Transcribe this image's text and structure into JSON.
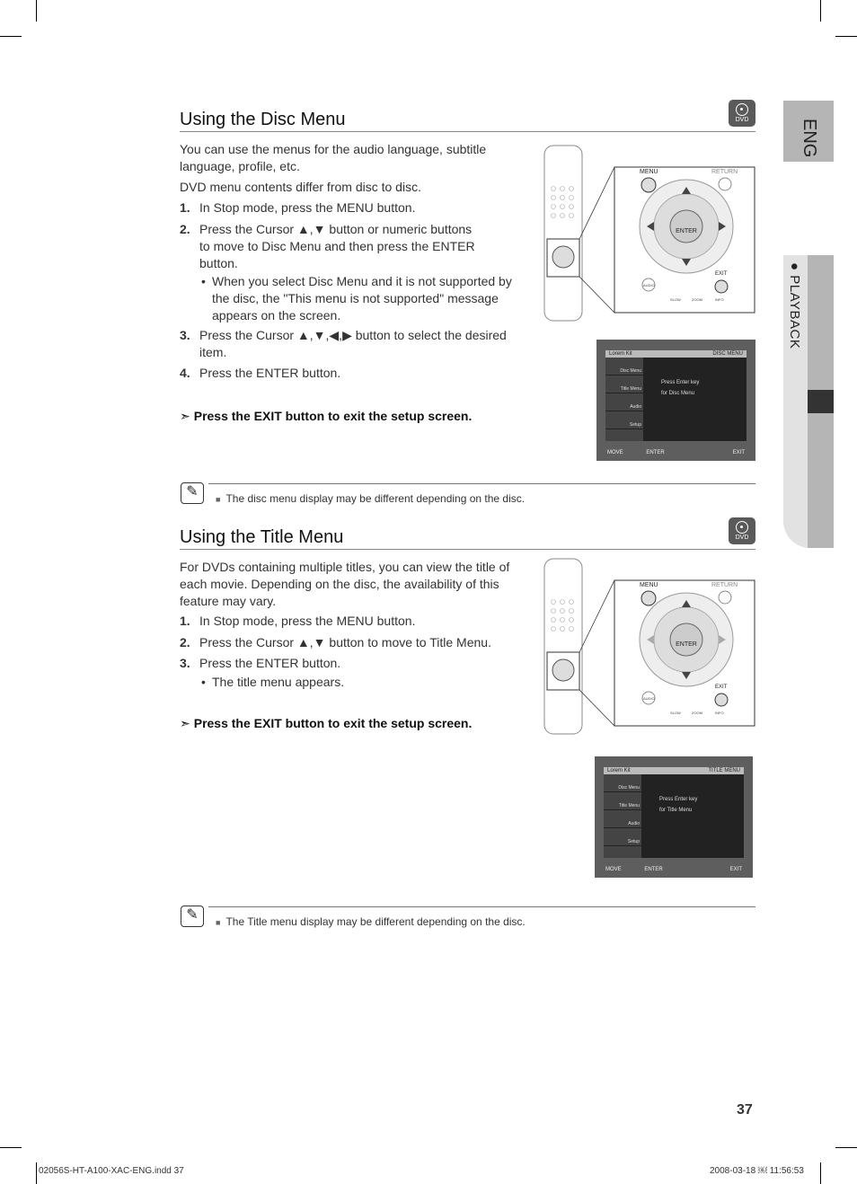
{
  "side": {
    "lang": "ENG",
    "section": "● PLAYBACK"
  },
  "disc": {
    "title": "Using the Disc Menu",
    "badge": "DVD",
    "intro1": "You can use the menus for the audio language, subtitle language, profile, etc.",
    "intro2": "DVD menu contents differ from disc to disc.",
    "steps": [
      {
        "num": "1.",
        "text": "In Stop mode, press the MENU button."
      },
      {
        "num": "2.",
        "text": "Press the Cursor ▲,▼ button or numeric buttons to move to Disc Menu and then press the ENTER button."
      },
      {
        "num": "3.",
        "text": "Press the Cursor ▲,▼,◀,▶ button to select the desired item."
      },
      {
        "num": "4.",
        "text": "Press the ENTER button."
      }
    ],
    "bullet": "When you select Disc Menu and it is not supported by the disc, the \"This menu is not supported\" message appears on the screen.",
    "exit_note": "Press the EXIT button to exit the setup screen.",
    "footnote": "The disc menu display may be different depending on the disc.",
    "remote": {
      "menu": "MENU",
      "return": "RETURN",
      "enter": "ENTER",
      "exit": "EXIT",
      "audio": "AUDIO",
      "slow": "SLOW",
      "zoom": "ZOOM",
      "info": "INFO"
    },
    "screen": {
      "left": "Lorem Kit",
      "right": "DISC MENU",
      "items": [
        "Disc Menu",
        "Title Menu",
        "Audio",
        "Setup"
      ],
      "msg1": "Press Enter key",
      "msg2": "for Disc Menu",
      "move": "MOVE",
      "enter": "ENTER",
      "exit": "EXIT"
    }
  },
  "title": {
    "title": "Using the Title Menu",
    "badge": "DVD",
    "intro": "For DVDs containing multiple titles, you can view the title of each movie. Depending on the disc, the availability of this feature may vary.",
    "steps": [
      {
        "num": "1.",
        "text": "In Stop mode, press the MENU button."
      },
      {
        "num": "2.",
        "text": "Press the Cursor ▲,▼ button to move to Title Menu."
      },
      {
        "num": "3.",
        "text": "Press the ENTER button."
      }
    ],
    "bullet": "The title menu appears.",
    "exit_note": "Press the EXIT button to exit the setup screen.",
    "footnote": "The Title menu display may be different depending on the disc.",
    "remote": {
      "menu": "MENU",
      "return": "RETURN",
      "enter": "ENTER",
      "exit": "EXIT",
      "audio": "AUDIO",
      "slow": "SLOW",
      "zoom": "ZOOM",
      "info": "INFO"
    },
    "screen": {
      "left": "Lorem Kit",
      "right": "TITLE MENU",
      "items": [
        "Disc Menu",
        "Title Menu",
        "Audio",
        "Setup"
      ],
      "msg1": "Press Enter key",
      "msg2": "for Title Menu",
      "move": "MOVE",
      "enter": "ENTER",
      "exit": "EXIT"
    }
  },
  "page_number": "37",
  "footer_left": "02056S-HT-A100-XAC-ENG.indd   37",
  "footer_right": "2008-03-18   ￼ 11:56:53"
}
